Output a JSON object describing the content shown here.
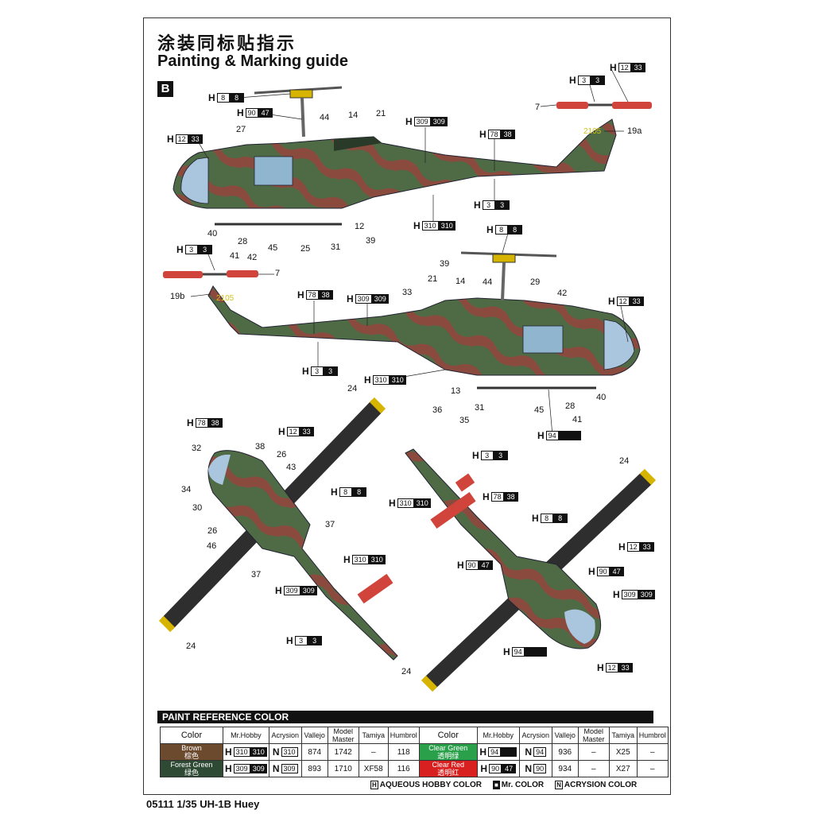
{
  "header": {
    "title_cn": "涂装同标贴指示",
    "title_en": "Painting & Marking guide",
    "badge": "B"
  },
  "tail_marking": "2105",
  "paint_codes": [
    {
      "id": "a1",
      "h": "H",
      "w": "8",
      "b": "8"
    },
    {
      "id": "a2",
      "h": "H",
      "w": "90",
      "b": "47"
    },
    {
      "id": "a3",
      "h": "H",
      "w": "12",
      "b": "33"
    },
    {
      "id": "a4",
      "h": "H",
      "w": "309",
      "b": "309"
    },
    {
      "id": "a5",
      "h": "H",
      "w": "78",
      "b": "38"
    },
    {
      "id": "a6",
      "h": "H",
      "w": "3",
      "b": "3"
    },
    {
      "id": "a7",
      "h": "H",
      "w": "12",
      "b": "33"
    },
    {
      "id": "a8",
      "h": "H",
      "w": "3",
      "b": "3"
    },
    {
      "id": "a9",
      "h": "H",
      "w": "310",
      "b": "310"
    },
    {
      "id": "b1",
      "h": "H",
      "w": "8",
      "b": "8"
    },
    {
      "id": "b2",
      "h": "H",
      "w": "3",
      "b": "3"
    },
    {
      "id": "b3",
      "h": "H",
      "w": "78",
      "b": "38"
    },
    {
      "id": "b4",
      "h": "H",
      "w": "309",
      "b": "309"
    },
    {
      "id": "b5",
      "h": "H",
      "w": "12",
      "b": "33"
    },
    {
      "id": "b6",
      "h": "H",
      "w": "3",
      "b": "3"
    },
    {
      "id": "b7",
      "h": "H",
      "w": "310",
      "b": "310"
    },
    {
      "id": "b8",
      "h": "H",
      "w": "94",
      "b": " "
    },
    {
      "id": "c1",
      "h": "H",
      "w": "78",
      "b": "38"
    },
    {
      "id": "c2",
      "h": "H",
      "w": "12",
      "b": "33"
    },
    {
      "id": "c3",
      "h": "H",
      "w": "8",
      "b": "8"
    },
    {
      "id": "c4",
      "h": "H",
      "w": "310",
      "b": "310"
    },
    {
      "id": "c5",
      "h": "H",
      "w": "309",
      "b": "309"
    },
    {
      "id": "c6",
      "h": "H",
      "w": "3",
      "b": "3"
    },
    {
      "id": "d1",
      "h": "H",
      "w": "3",
      "b": "3"
    },
    {
      "id": "d2",
      "h": "H",
      "w": "310",
      "b": "310"
    },
    {
      "id": "d3",
      "h": "H",
      "w": "78",
      "b": "38"
    },
    {
      "id": "d4",
      "h": "H",
      "w": "8",
      "b": "8"
    },
    {
      "id": "d5",
      "h": "H",
      "w": "12",
      "b": "33"
    },
    {
      "id": "d6",
      "h": "H",
      "w": "90",
      "b": "47"
    },
    {
      "id": "d7",
      "h": "H",
      "w": "90",
      "b": "47"
    },
    {
      "id": "d8",
      "h": "H",
      "w": "309",
      "b": "309"
    },
    {
      "id": "d9",
      "h": "H",
      "w": "94",
      "b": " "
    },
    {
      "id": "d10",
      "h": "H",
      "w": "12",
      "b": "33"
    }
  ],
  "callouts": {
    "n7a": "7",
    "n19a": "19a",
    "n27": "27",
    "n44a": "44",
    "n14a": "14",
    "n21a": "21",
    "n40a": "40",
    "n28a": "28",
    "n41a": "41",
    "n42a": "42",
    "n45a": "45",
    "n25": "25",
    "n31a": "31",
    "n12": "12",
    "n39a": "39",
    "n7b": "7",
    "n19b": "19b",
    "n39b": "39",
    "n21b": "21",
    "n14b": "14",
    "n44b": "44",
    "n29": "29",
    "n33": "33",
    "n42b": "42",
    "n13": "13",
    "n36": "36",
    "n35": "35",
    "n31b": "31",
    "n45b": "45",
    "n28b": "28",
    "n41b": "41",
    "n40b": "40",
    "n32": "32",
    "n38": "38",
    "n26a": "26",
    "n43": "43",
    "n34": "34",
    "n30": "30",
    "n26b": "26",
    "n46": "46",
    "n37a": "37",
    "n37b": "37",
    "n24a": "24",
    "n24b": "24",
    "n24c": "24",
    "n24d": "24"
  },
  "paint_reference": {
    "title": "PAINT  REFERENCE COLOR",
    "headers": [
      "Color",
      "Mr.Hobby",
      "Acrysion",
      "Vallejo",
      "Model Master",
      "Tamiya",
      "Humbrol",
      "Color",
      "Mr.Hobby",
      "Acrysion",
      "Vallejo",
      "Model Master",
      "Tamiya",
      "Humbrol"
    ],
    "rows": [
      {
        "c1": "Brown",
        "c1cn": "棕色",
        "c1col": "#6b4a2e",
        "mh1": "310",
        "mh1b": "310",
        "ac1": "310",
        "v1": "874",
        "mm1": "1742",
        "t1": "–",
        "hu1": "118",
        "c2": "Clear Green",
        "c2cn": "透明绿",
        "c2col": "#2aa04a",
        "mh2": "94",
        "mh2b": " ",
        "ac2": "94",
        "v2": "936",
        "mm2": "–",
        "t2": "X25",
        "hu2": "–"
      },
      {
        "c1": "Forest Green",
        "c1cn": "绿色",
        "c1col": "#2f4a34",
        "mh1": "309",
        "mh1b": "309",
        "ac1": "309",
        "v1": "893",
        "mm1": "1710",
        "t1": "XF58",
        "hu1": "116",
        "c2": "Clear Red",
        "c2cn": "透明红",
        "c2col": "#d92020",
        "mh2": "90",
        "mh2b": "47",
        "ac2": "90",
        "v2": "934",
        "mm2": "–",
        "t2": "X27",
        "hu2": "–"
      }
    ],
    "legend": {
      "h": "AQUEOUS HOBBY COLOR",
      "mr": "Mr. COLOR",
      "n": "ACRYSION COLOR"
    }
  },
  "footer": "05111 1/35 UH-1B Huey"
}
